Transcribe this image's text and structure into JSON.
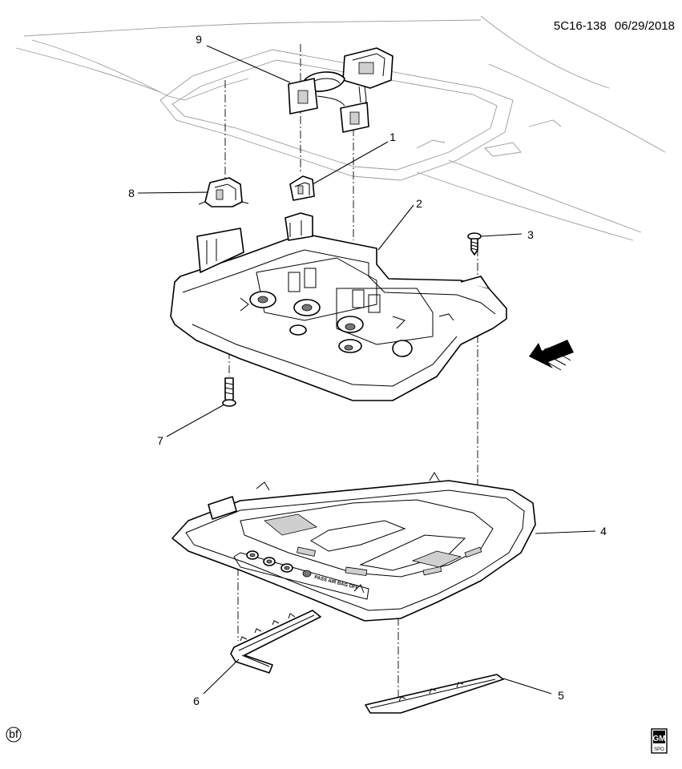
{
  "header": {
    "code": "5C16-138",
    "date": "06/29/2018"
  },
  "callouts": [
    {
      "id": "1",
      "label": "1"
    },
    {
      "id": "2",
      "label": "2"
    },
    {
      "id": "3",
      "label": "3"
    },
    {
      "id": "4",
      "label": "4"
    },
    {
      "id": "5",
      "label": "5"
    },
    {
      "id": "6",
      "label": "6"
    },
    {
      "id": "7",
      "label": "7"
    },
    {
      "id": "8",
      "label": "8"
    },
    {
      "id": "9",
      "label": "9"
    }
  ],
  "direction_marker": {
    "label": "FRT"
  },
  "console_text": {
    "airbag": "PASS AIR BAG OFF"
  },
  "footer": {
    "bf_mark": "bf",
    "logo_top": "GM",
    "logo_bottom": "SPO"
  }
}
